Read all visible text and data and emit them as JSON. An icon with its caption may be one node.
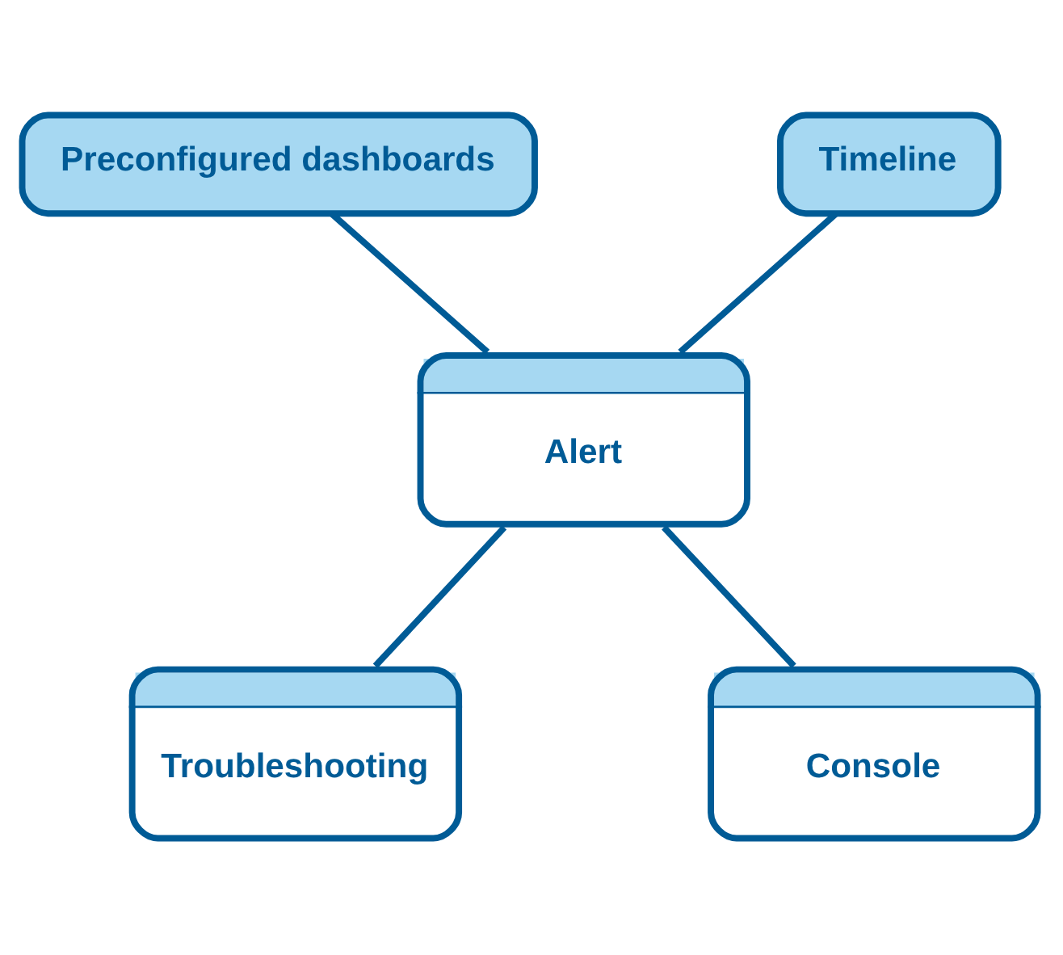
{
  "diagram": {
    "nodes": [
      {
        "text": [
          "Preconfigured dashboards"
        ]
      },
      {
        "text": [
          "Timeline"
        ]
      },
      {
        "text": [
          "Alert"
        ]
      },
      {
        "text": [
          "Troubleshooting"
        ]
      },
      {
        "text": [
          "Console"
        ]
      }
    ],
    "edges": [
      {
        "from": 0,
        "to": 2,
        "arrow": "none"
      },
      {
        "from": 1,
        "to": 2,
        "arrow": "none"
      },
      {
        "from": 2,
        "to": 3,
        "arrow": "none"
      },
      {
        "from": 2,
        "to": 4,
        "arrow": "none"
      }
    ]
  }
}
